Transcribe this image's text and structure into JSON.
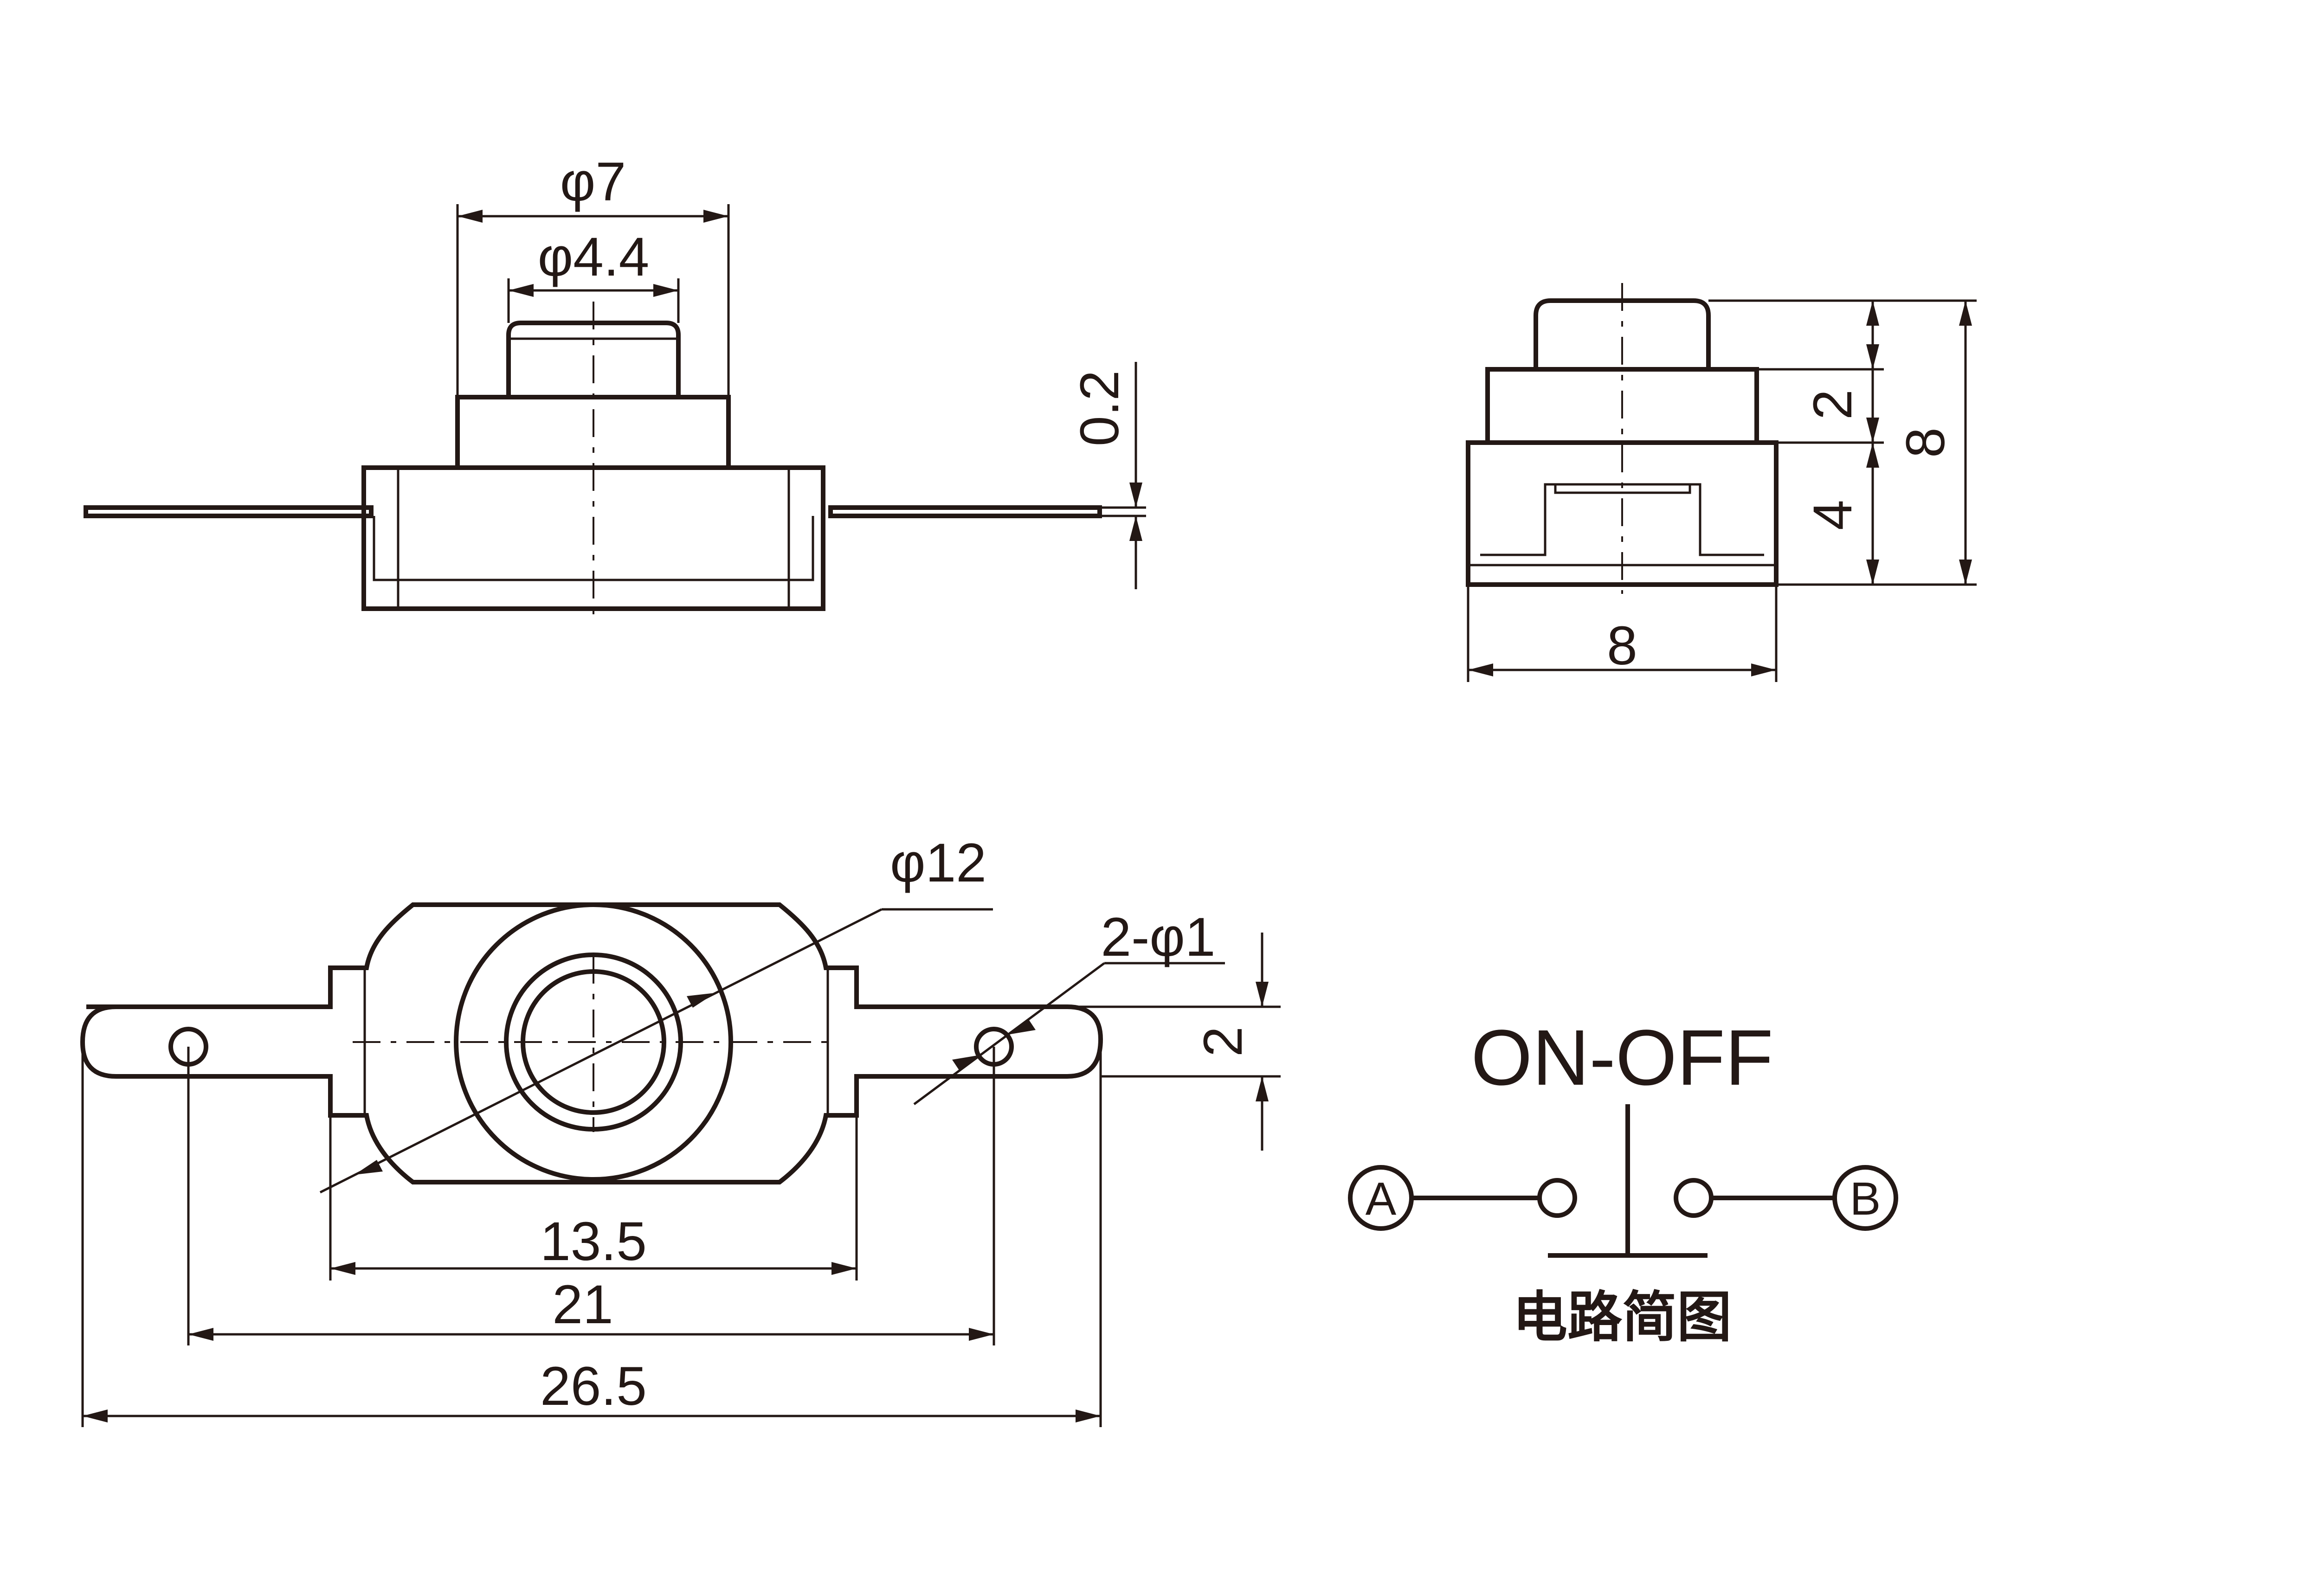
{
  "dimensions": {
    "button_diameter": "φ7",
    "plunger_diameter": "φ4.4",
    "lead_thickness": "0.2",
    "side_plunger_height": "2",
    "side_base_height": "4",
    "side_total_height": "8",
    "side_width": "8",
    "flange_diameter": "φ12",
    "hole_spec": "2-φ1",
    "tab_width": "2",
    "body_length": "13.5",
    "hole_spacing": "21",
    "overall_length": "26.5"
  },
  "circuit": {
    "title": "ON-OFF",
    "terminal_a": "A",
    "terminal_b": "B",
    "caption": "电路简图"
  },
  "colors": {
    "line": "#231815",
    "background": "#ffffff"
  }
}
